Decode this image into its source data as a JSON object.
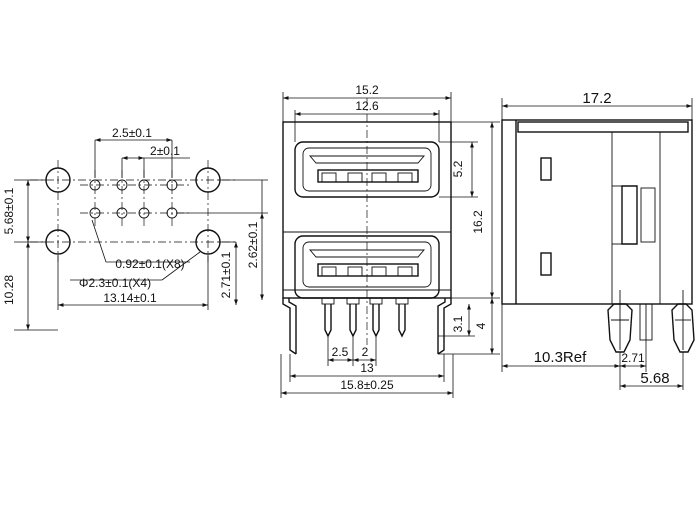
{
  "pcb_layout": {
    "dims": {
      "pitch_2_5": "2.5±0.1",
      "pitch_2": "2±0.1",
      "row_5_68": "5.68±0.1",
      "total_10_28": "10.28",
      "pin_hole": "0.92±0.1(X8)",
      "mount_hole": "Φ2.3±0.1(X4)",
      "width_13_14": "13.14±0.1",
      "offset_2_71": "2.71±0.1",
      "offset_2_62": "2.62±0.1"
    }
  },
  "front_view": {
    "dims": {
      "width_15_2": "15.2",
      "width_12_6": "12.6",
      "height_5_2": "5.2",
      "height_16_2": "16.2",
      "pin_3_1": "3.1",
      "pin_4": "4",
      "pitch_2_5": "2.5",
      "pitch_2": "2",
      "span_13": "13",
      "span_15_8": "15.8±0.25"
    }
  },
  "side_view": {
    "dims": {
      "depth_17_2": "17.2",
      "ref_10_3": "10.3Ref",
      "pin_2_71": "2.71",
      "pin_5_68": "5.68"
    }
  }
}
